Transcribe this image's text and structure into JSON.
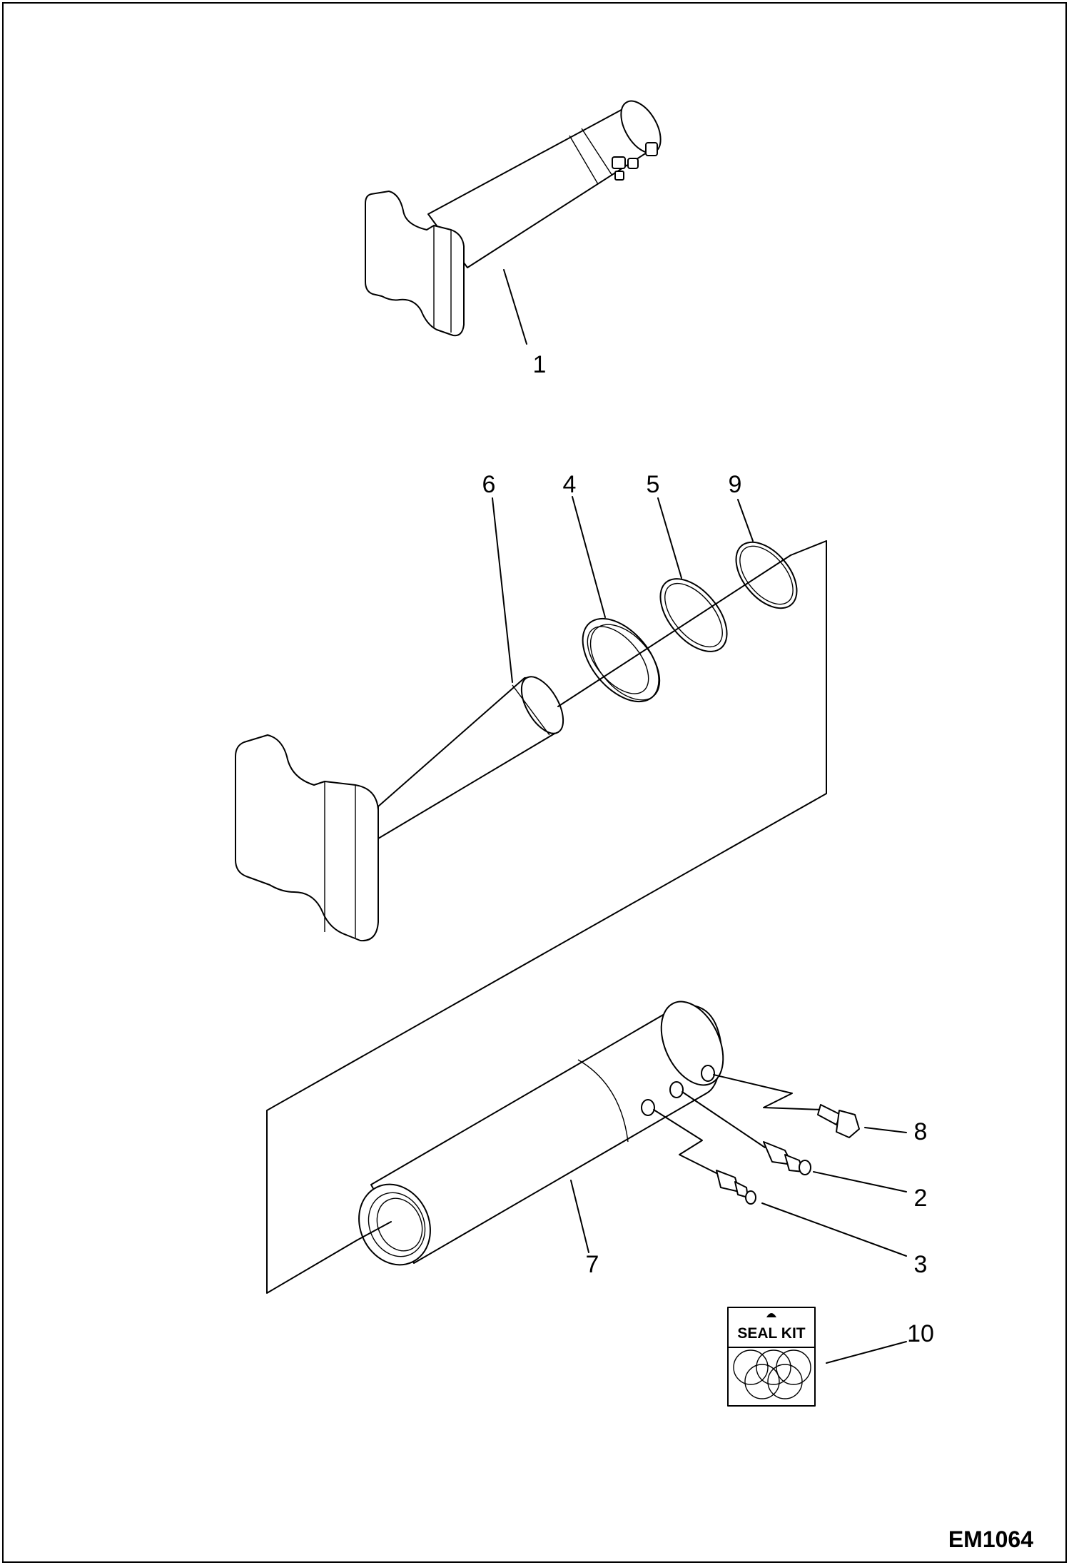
{
  "drawing": {
    "code": "EM1064",
    "seal_kit_label": "SEAL KIT",
    "callouts": [
      "1",
      "6",
      "4",
      "5",
      "9",
      "8",
      "2",
      "3",
      "7",
      "10"
    ]
  }
}
